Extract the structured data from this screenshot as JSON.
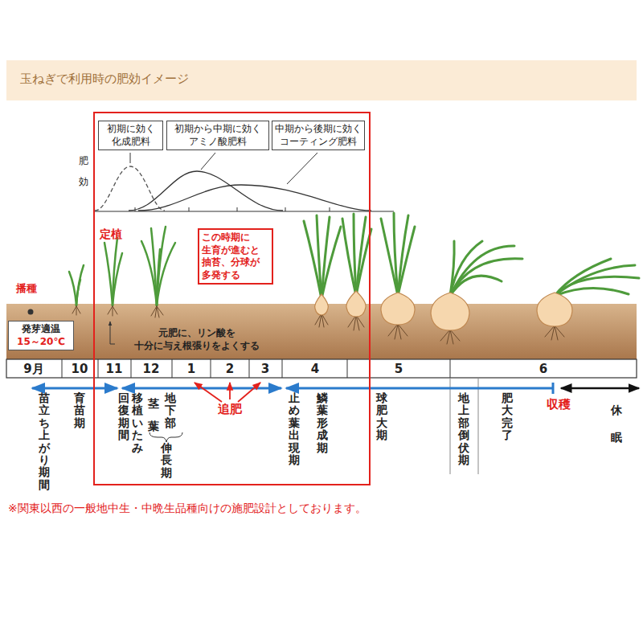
{
  "diagram": {
    "title": "玉ねぎで利用時の肥効イメージ",
    "caption": "※関東以西の一般地中生・中晩生品種向けの施肥設計としております。",
    "nodes": [
      {
        "text": [
          "初期に効く 化成肥料"
        ]
      },
      {
        "text": [
          "初期から中期に効く アミノ酸肥料"
        ]
      },
      {
        "text": [
          "中期から後期に効く コーティング肥料"
        ]
      },
      {
        "text": [
          "この時期に 生育が進むと 抽苔、分球が 多発する"
        ]
      },
      {
        "text": [
          "発芽適温",
          "15～20℃"
        ]
      }
    ],
    "labels": [
      "肥 効",
      "定植",
      "播種",
      "元肥に、リン酸を 十分に与え根張りをよくする",
      "9月",
      "10",
      "11",
      "12",
      "1",
      "2",
      "3",
      "4",
      "5",
      "6",
      "追肥",
      "苗立ち上がり期間",
      "育苗期",
      "回復期間",
      "移植いたみ",
      "茎葉",
      "地下部",
      "伸長期",
      "止め葉出現期",
      "鱗葉形成期",
      "球肥大期",
      "地上部倒伏期",
      "肥大完了",
      "収穫",
      "休眠"
    ]
  }
}
